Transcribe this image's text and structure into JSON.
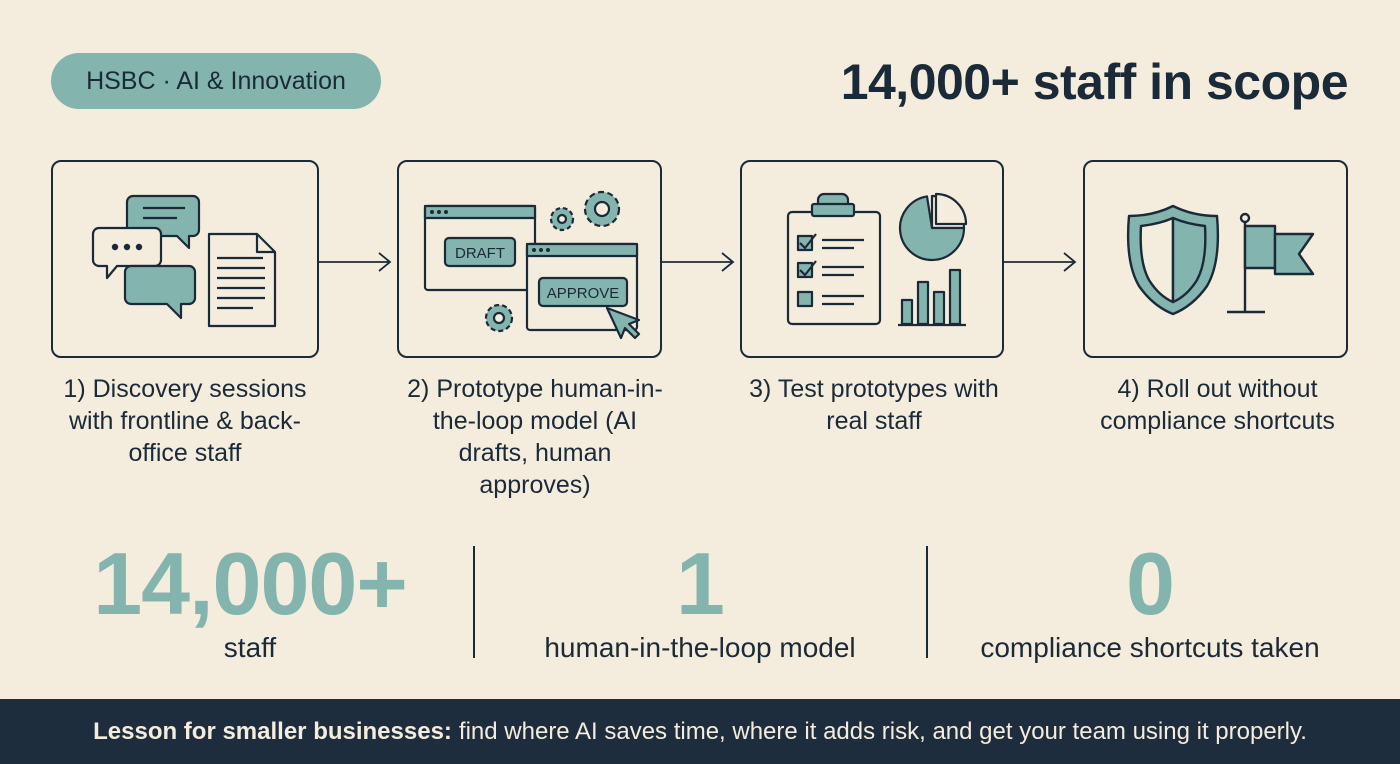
{
  "header": {
    "badge": "HSBC · AI & Innovation",
    "headline": "14,000+ staff in scope"
  },
  "steps": [
    {
      "label": "1) Discovery sessions with frontline & back-office staff",
      "icon": "chat-bubbles-document-icon"
    },
    {
      "label": "2) Prototype human-in-the-loop model (AI drafts, human approves)",
      "icon": "draft-approve-windows-icon",
      "icon_text": [
        "DRAFT",
        "APPROVE"
      ]
    },
    {
      "label": "3) Test prototypes with real staff",
      "icon": "checklist-charts-icon"
    },
    {
      "label": "4) Roll out without compliance shortcuts",
      "icon": "shield-flag-icon"
    }
  ],
  "stats": [
    {
      "value": "14,000+",
      "label": "staff"
    },
    {
      "value": "1",
      "label": "human-in-the-loop model"
    },
    {
      "value": "0",
      "label": "compliance shortcuts taken"
    }
  ],
  "footer": {
    "lead": "Lesson for smaller businesses:",
    "text": "find where AI saves time, where it adds risk, and get your team using it properly."
  },
  "colors": {
    "background": "#f4ecdc",
    "accent": "#84b4ae",
    "ink": "#1b2a38",
    "footer": "#1e2d3e"
  }
}
